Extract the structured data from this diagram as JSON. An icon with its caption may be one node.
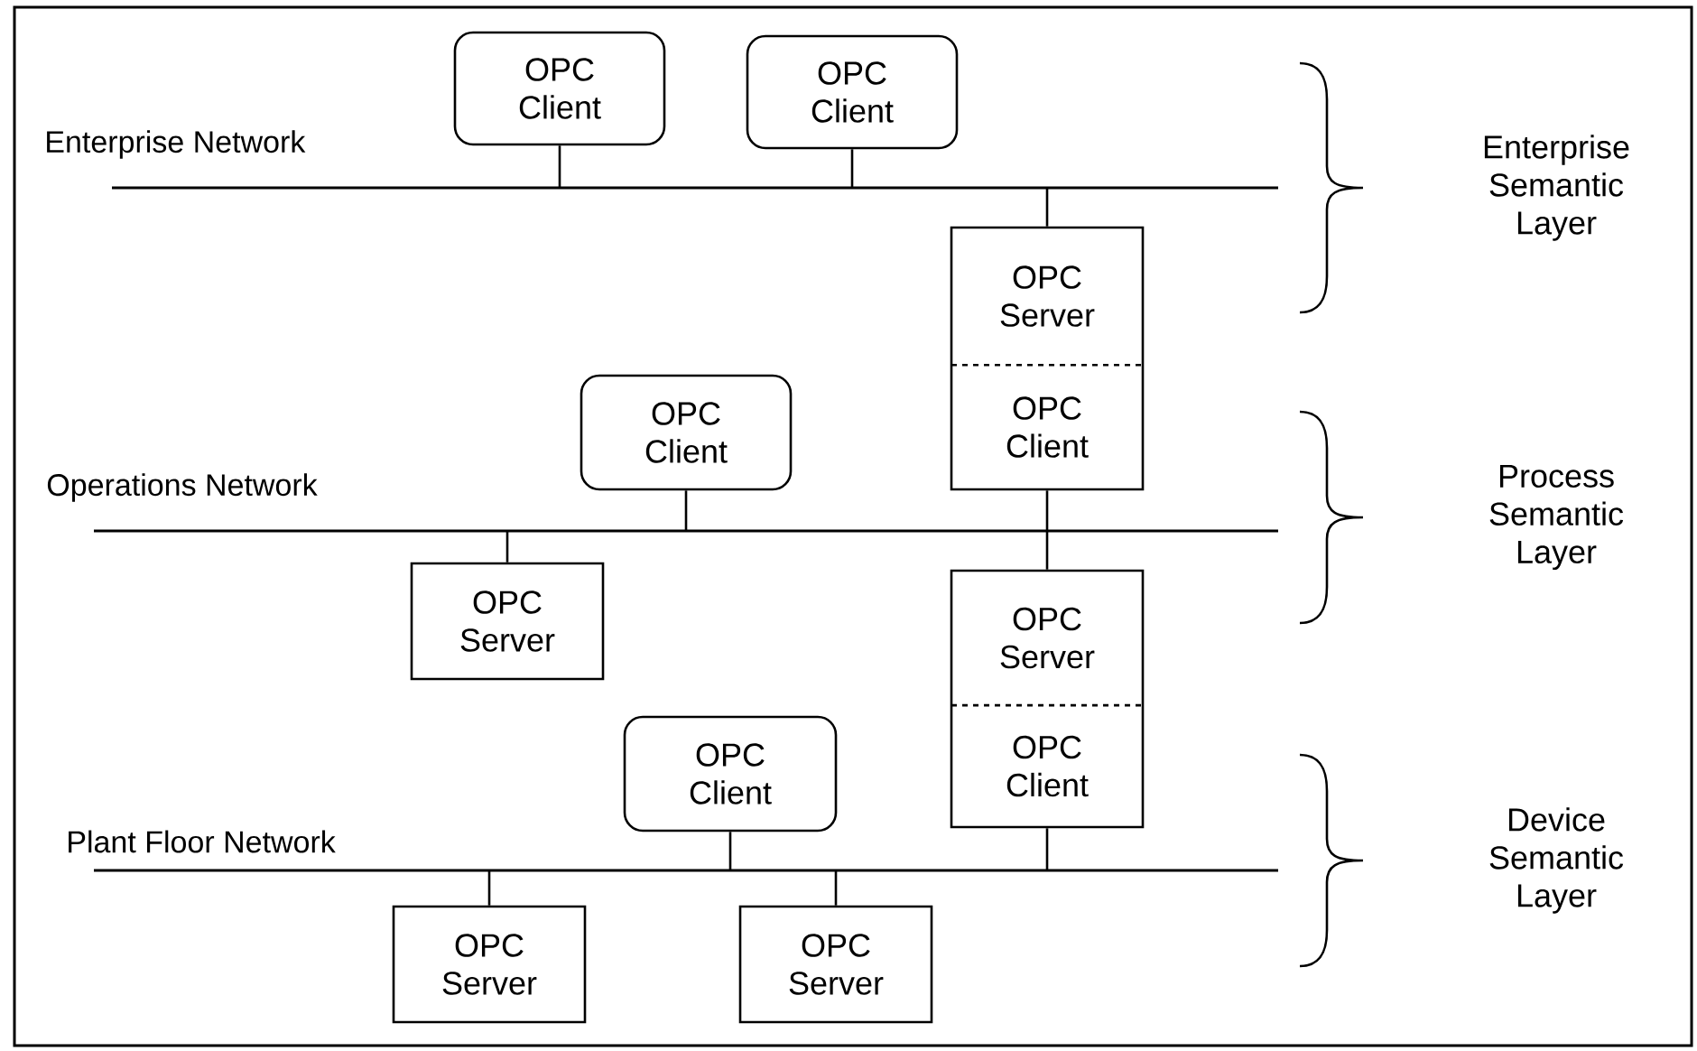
{
  "diagram": {
    "nodes": [
      {
        "text": [
          "OPC Client"
        ]
      },
      {
        "text": [
          "OPC Client"
        ]
      },
      {
        "text": [
          "Enterprise Network"
        ]
      },
      {
        "text": [
          "OPC Server",
          "OPC Client"
        ]
      },
      {
        "text": [
          "OPC Client"
        ]
      },
      {
        "text": [
          "Operations Network"
        ]
      },
      {
        "text": [
          "OPC Server"
        ]
      },
      {
        "text": [
          "OPC Server",
          "OPC Client"
        ]
      },
      {
        "text": [
          "OPC Client"
        ]
      },
      {
        "text": [
          "Plant Floor Network"
        ]
      },
      {
        "text": [
          "OPC Server"
        ]
      },
      {
        "text": [
          "OPC Server"
        ]
      }
    ],
    "edges": [
      {
        "from": 0,
        "to": 2,
        "arrow": "none"
      },
      {
        "from": 1,
        "to": 2,
        "arrow": "none"
      },
      {
        "from": 2,
        "to": 3,
        "arrow": "none"
      },
      {
        "from": 3,
        "to": 5,
        "arrow": "none"
      },
      {
        "from": 4,
        "to": 5,
        "arrow": "none"
      },
      {
        "from": 5,
        "to": 6,
        "arrow": "none"
      },
      {
        "from": 5,
        "to": 7,
        "arrow": "none"
      },
      {
        "from": 7,
        "to": 9,
        "arrow": "none"
      },
      {
        "from": 8,
        "to": 9,
        "arrow": "none"
      },
      {
        "from": 9,
        "to": 10,
        "arrow": "none"
      },
      {
        "from": 9,
        "to": 11,
        "arrow": "none"
      }
    ],
    "labels": [
      "Enterprise Semantic Layer",
      "Process Semantic Layer",
      "Device Semantic Layer"
    ]
  }
}
